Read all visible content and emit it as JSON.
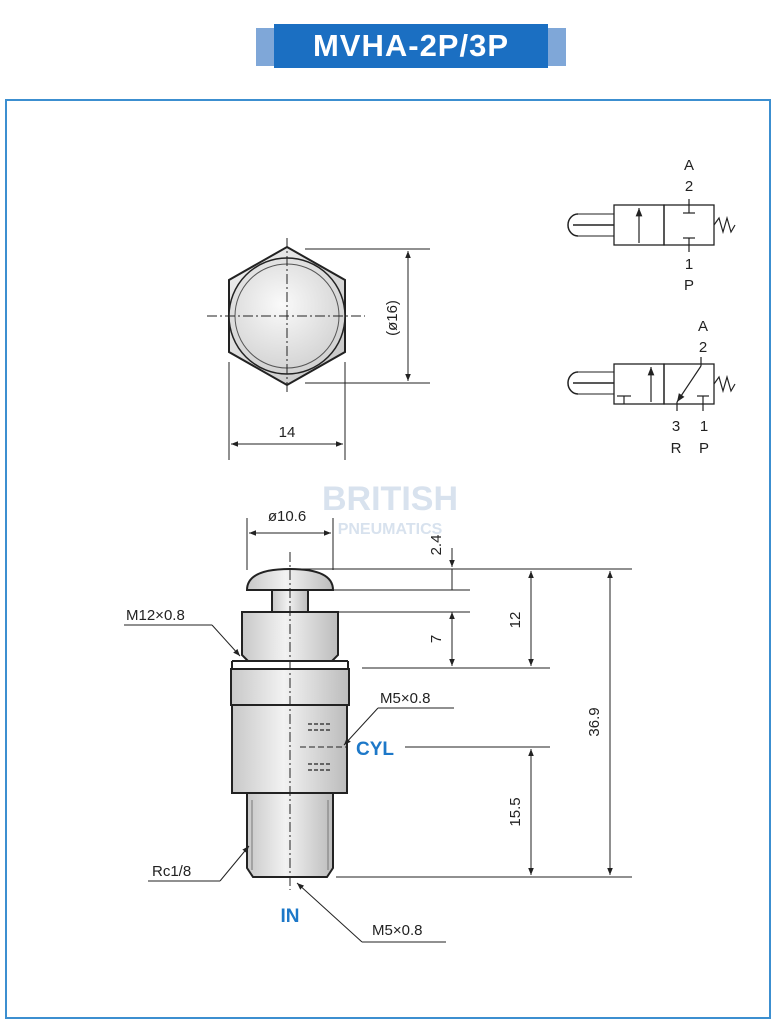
{
  "title": "MVHA-2P/3P",
  "colors": {
    "title_bg": "#1b6fc2",
    "title_tab": "#7fa7d8",
    "frame": "#3c8fd0",
    "port_label": "#1d78c8"
  },
  "watermark": {
    "line1": "BRITISH",
    "line2": "PNEUMATICS"
  },
  "hex_view": {
    "dia_label": "(ø16)",
    "width_label": "14"
  },
  "symbol_2p": {
    "port_a": "A",
    "port_2": "2",
    "port_1": "1",
    "port_p": "P"
  },
  "symbol_3p": {
    "port_a": "A",
    "port_2": "2",
    "port_3": "3",
    "port_r": "R",
    "port_1": "1",
    "port_p": "P"
  },
  "side_view": {
    "button_dia": "ø10.6",
    "dim_2_4": "2.4",
    "dim_7": "7",
    "dim_12": "12",
    "dim_36_9": "36.9",
    "dim_15_5": "15.5",
    "thread_top": "M12×0.8",
    "thread_cyl": "M5×0.8",
    "cyl_label": "CYL",
    "thread_bottom": "Rc1/8",
    "in_label": "IN",
    "thread_in": "M5×0.8"
  }
}
